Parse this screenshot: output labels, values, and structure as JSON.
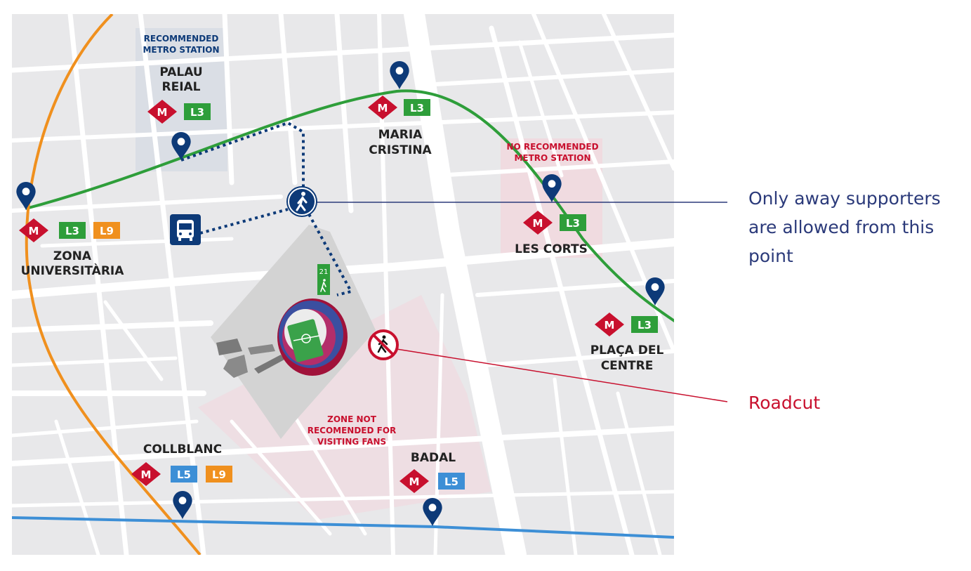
{
  "colors": {
    "map_bg": "#e8e8ea",
    "street": "#ffffff",
    "line_L3": "#2e9e3a",
    "line_L5": "#3d8fd6",
    "line_L9": "#f0901e",
    "pin": "#0d3a78",
    "metro_logo": "#c8102e",
    "stadium_zone": "#d6d6d6",
    "away_zone": "#f5dde3"
  },
  "icons": {
    "pin": "map-pin-icon",
    "metro": "metro-logo-icon",
    "bus": "bus-icon",
    "walk": "pedestrian-icon",
    "no_walk": "no-pedestrian-icon",
    "stadium": "stadium-icon"
  },
  "stations": {
    "palau_reial": {
      "name_line1": "PALAU",
      "name_line2": "REIAL",
      "metro": "M",
      "lines": [
        "L3"
      ]
    },
    "maria_cristina": {
      "name_line1": "MARIA",
      "name_line2": "CRISTINA",
      "metro": "M",
      "lines": [
        "L3"
      ]
    },
    "les_corts": {
      "name_line1": "LES CORTS",
      "metro": "M",
      "lines": [
        "L3"
      ]
    },
    "placa_del_centre": {
      "name_line1": "PLAÇA DEL",
      "name_line2": "CENTRE",
      "metro": "M",
      "lines": [
        "L3"
      ]
    },
    "zona_universitaria": {
      "name_line1": "ZONA",
      "name_line2": "UNIVERSITÀRIA",
      "metro": "M",
      "lines": [
        "L3",
        "L9"
      ]
    },
    "collblanc": {
      "name_line1": "COLLBLANC",
      "metro": "M",
      "lines": [
        "L5",
        "L9"
      ]
    },
    "badal": {
      "name_line1": "BADAL",
      "metro": "M",
      "lines": [
        "L5"
      ]
    }
  },
  "annotations": {
    "recommended_l1": "RECOMMENDED",
    "recommended_l2": "METRO STATION",
    "no_recommended_l1": "NO RECOMMENDED",
    "no_recommended_l2": "METRO STATION",
    "zone_l1": "ZONE NOT",
    "zone_l2": "RECOMENDED FOR",
    "zone_l3": "VISITING FANS",
    "gate_number": "21"
  },
  "legend": {
    "away_supporters": "Only away supporters are allowed from this point",
    "roadcut": "Roadcut"
  }
}
